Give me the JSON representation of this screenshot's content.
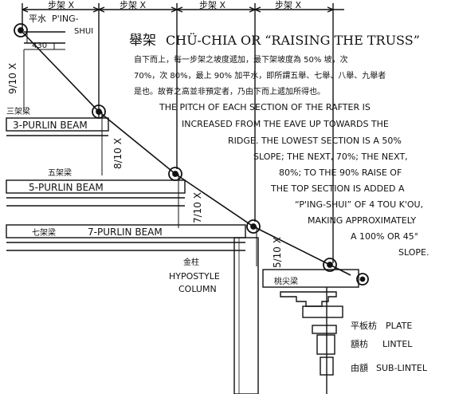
{
  "top_dimensions": [
    "步架 X",
    "步架 X",
    "步架 X",
    "步架 X"
  ],
  "ping_shui": {
    "chinese": "平水",
    "english_line1": "P'ING-",
    "english_line2": "SHUI"
  },
  "dimension_430": "430",
  "title": {
    "chinese": "舉架",
    "english": "CHÜ-CHIA OR “RAISING THE TRUSS”"
  },
  "chinese_text": [
    "自下而上，每一步架之坡度遞加，最下架坡度為 50% 坡，次",
    "70%，次 80%，最上 90% 加平水，即所謂五舉、七舉、八舉、九舉者",
    "是也。故脊之高並非預定者，乃由下而上遞加所得也。"
  ],
  "english_text": [
    "THE PITCH OF EACH SECTION OF THE RAFTER IS",
    "INCREASED FROM THE EAVE UP TOWARDS THE",
    "RIDGE. THE LOWEST SECTION IS A 50%",
    "SLOPE; THE NEXT, 70%; THE NEXT,",
    "80%; TO THE 90% RAISE OF",
    "THE TOP SECTION IS ADDED A",
    "“P'ING-SHUI” OF 4 TOU K'OU,",
    "MAKING APPROXIMATELY",
    "A 100% OR 45°",
    "SLOPE."
  ],
  "slopes": [
    "9/10 X",
    "8/10 X",
    "7/10 X",
    "5/10 X"
  ],
  "beams": {
    "purlin3": {
      "chinese": "三架梁",
      "english": "3-PURLIN BEAM"
    },
    "purlin5": {
      "chinese": "五架梁",
      "english": "5-PURLIN BEAM"
    },
    "purlin7": {
      "chinese": "七架梁",
      "english": "7-PURLIN BEAM"
    },
    "tail": {
      "chinese": "桃尖梁"
    }
  },
  "hypostyle": {
    "chinese": "金柱",
    "english_line1": "HYPOSTYLE",
    "english_line2": "COLUMN"
  },
  "legend": [
    {
      "chinese": "平板枋",
      "english": "PLATE"
    },
    {
      "chinese": "額枋",
      "english": "LINTEL"
    },
    {
      "chinese": "由額",
      "english": "SUB-LINTEL"
    }
  ]
}
